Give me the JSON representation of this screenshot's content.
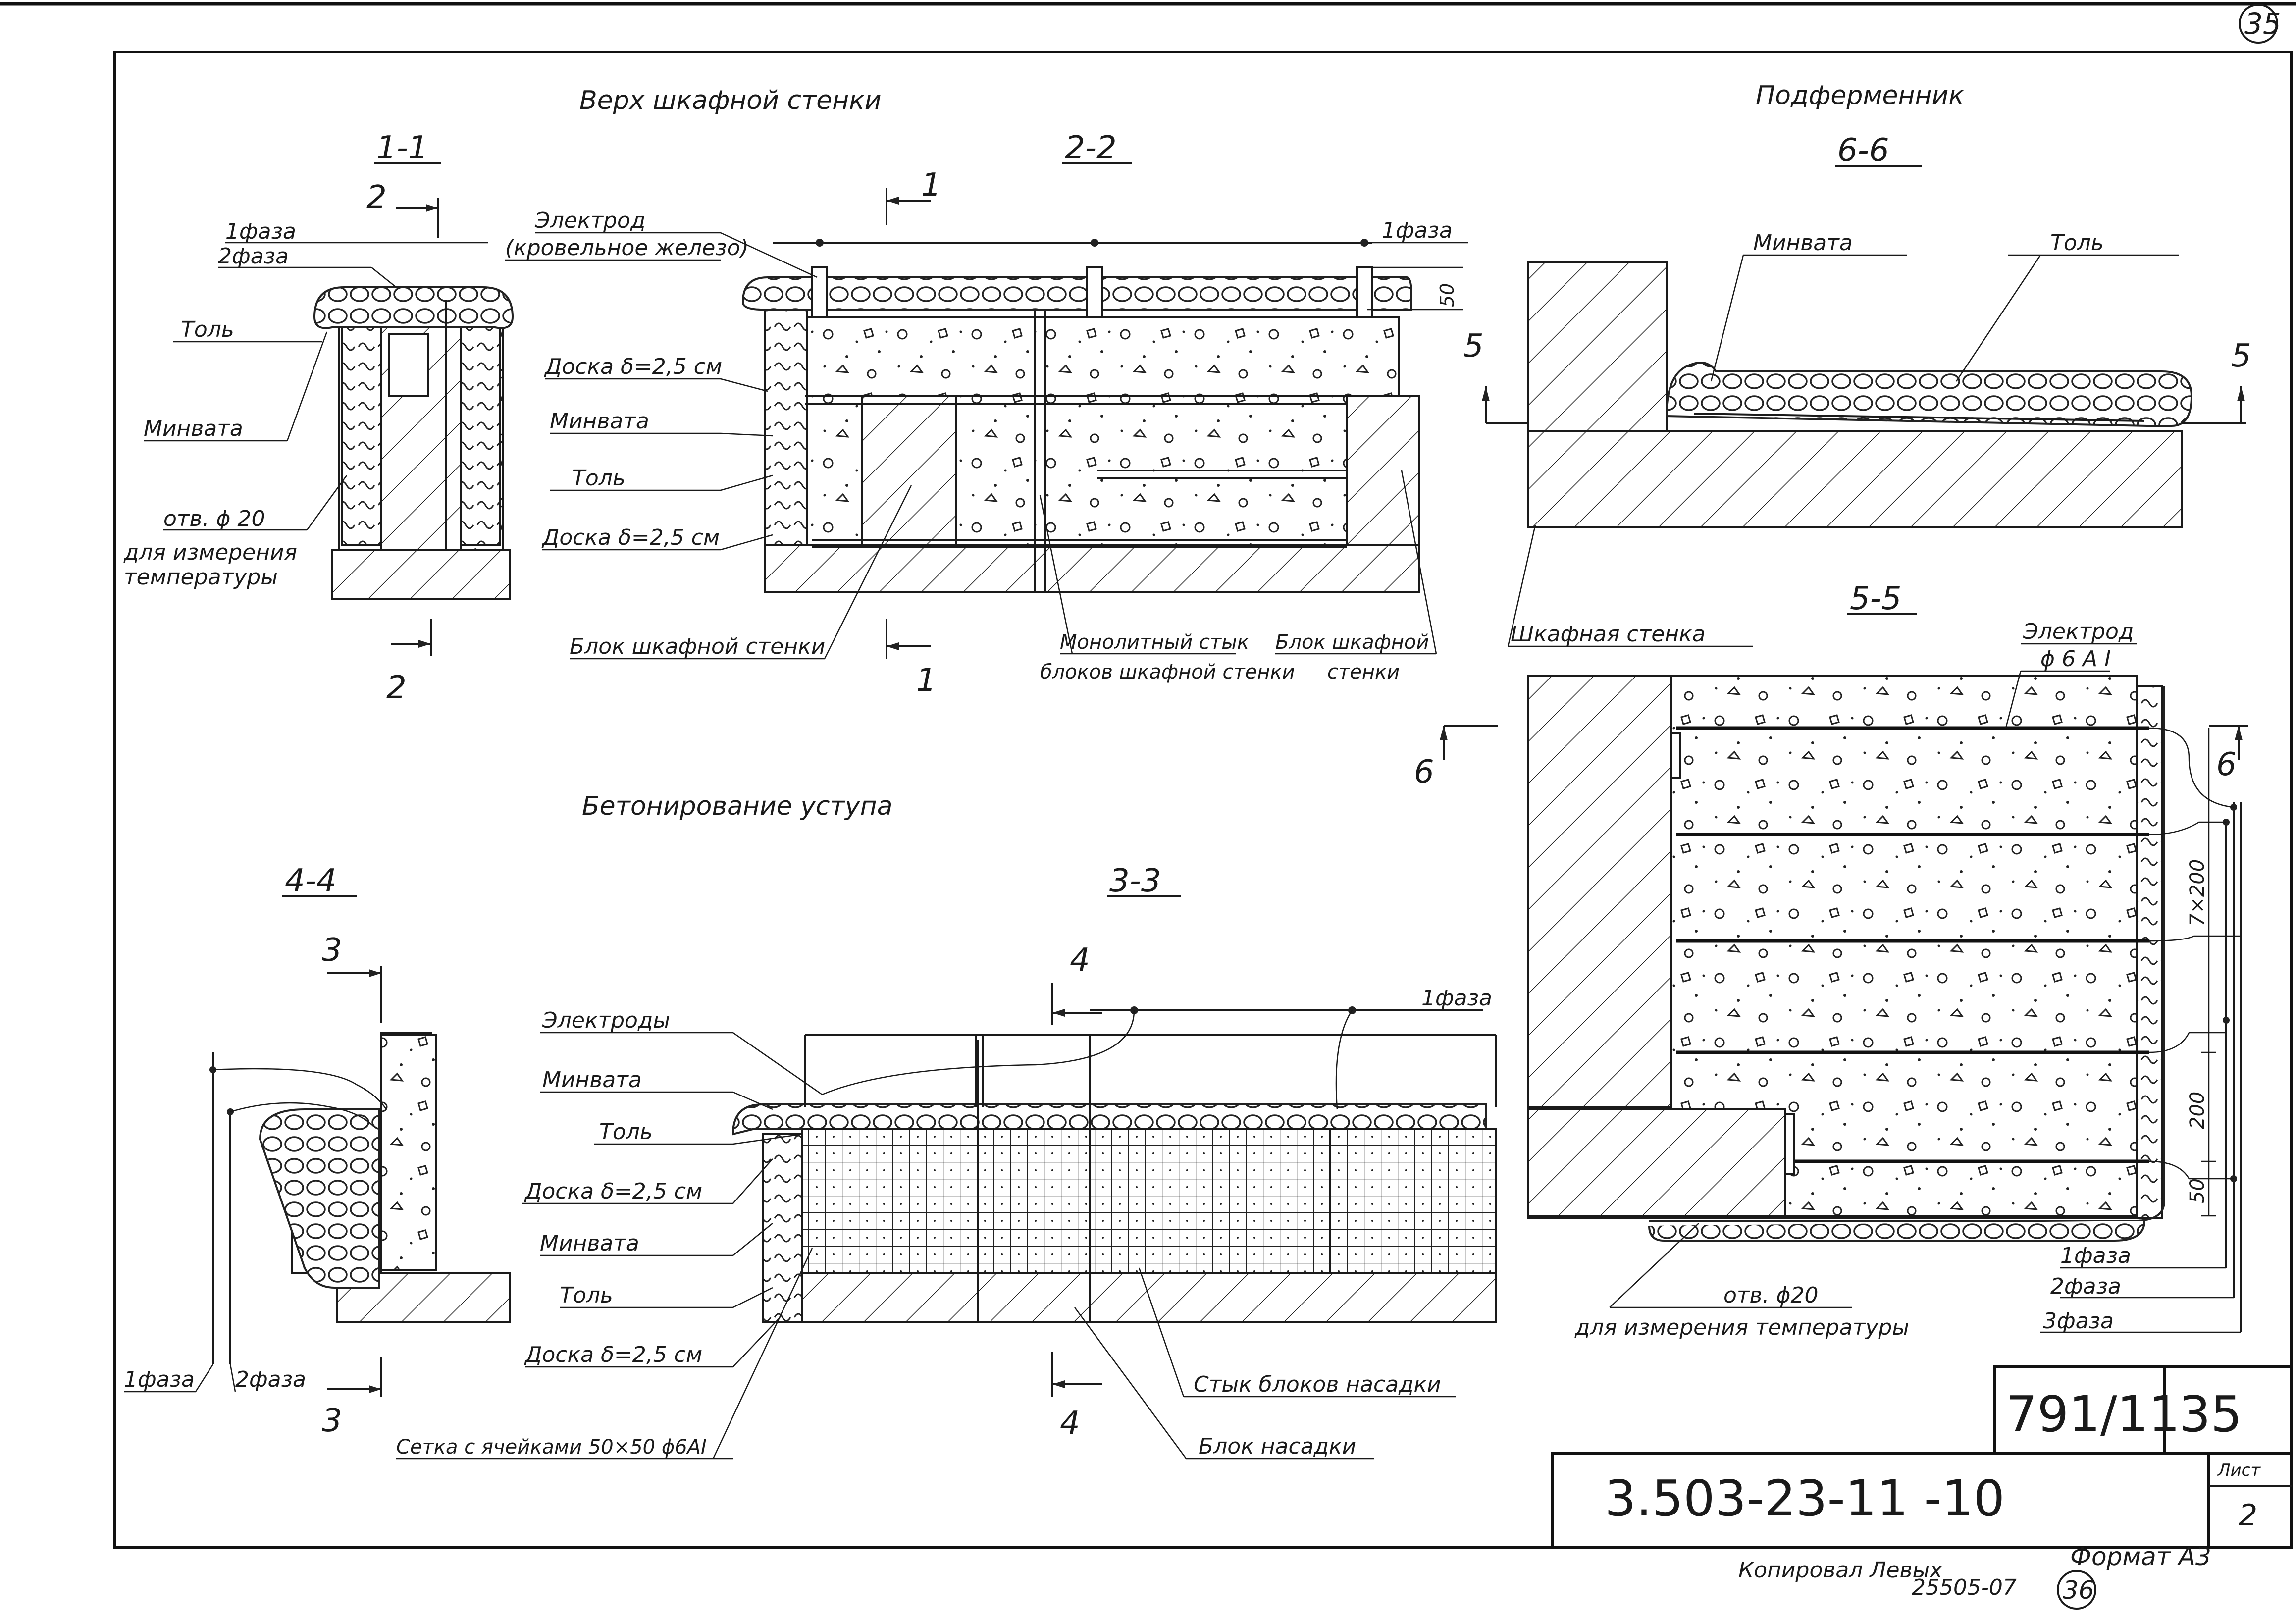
{
  "sheet": {
    "corner_number": "35",
    "doc_number": "3.503-23-11 -10",
    "drawing_number": "791/11",
    "sheet_no": "35",
    "list_label": "Лист",
    "list_value": "2",
    "format_label": "Формат А3",
    "copied_label": "Копировал  Левых",
    "bottom_code": "25505-07",
    "bottom_circle": "36"
  },
  "headings": {
    "top_wall": "Верх  шкафной  стенки",
    "subframe": "Подферменник",
    "ledge": "Бетонирование  уступа"
  },
  "sections": {
    "s11": "1-1",
    "s22": "2-2",
    "s66": "6-6",
    "s55": "5-5",
    "s44": "4-4",
    "s33": "3-3"
  },
  "cut_marks": {
    "m1": "1",
    "m2": "2",
    "m3": "3",
    "m4": "4",
    "m5": "5",
    "m6": "6"
  },
  "labels": {
    "phase1": "1фаза",
    "phase2": "2фаза",
    "phase3": "3фаза",
    "tol": "Толь",
    "minvata": "Минвата",
    "hole": "отв. ϕ 20",
    "hole_purpose_1": "для измерения",
    "hole_purpose_2": "температуры",
    "electrode": "Электрод",
    "electrode_note": "(кровельное железо)",
    "board": "Доска δ=2,5 см",
    "wall_block": "Блок шкафной стенки",
    "monolith_1": "Монолитный стык",
    "monolith_2": "блоков шкафной стенки",
    "wall_block_1": "Блок шкафной",
    "wall_block_2": "стенки",
    "dim_50": "50",
    "wall": "Шкафная стенка",
    "electrode_55": "Электрод",
    "electrode_55_dia": "ϕ 6 А I",
    "dim_7x200": "7×200",
    "dim_200": "200",
    "hole_55": "отв. ϕ20",
    "hole_55_purpose": "для измерения температуры",
    "electrodes": "Электроды",
    "mesh": "Сетка с ячейками 50×50 ϕ6АI",
    "nozzle_joint": "Стык блоков насадки",
    "nozzle_block": "Блок насадки"
  }
}
